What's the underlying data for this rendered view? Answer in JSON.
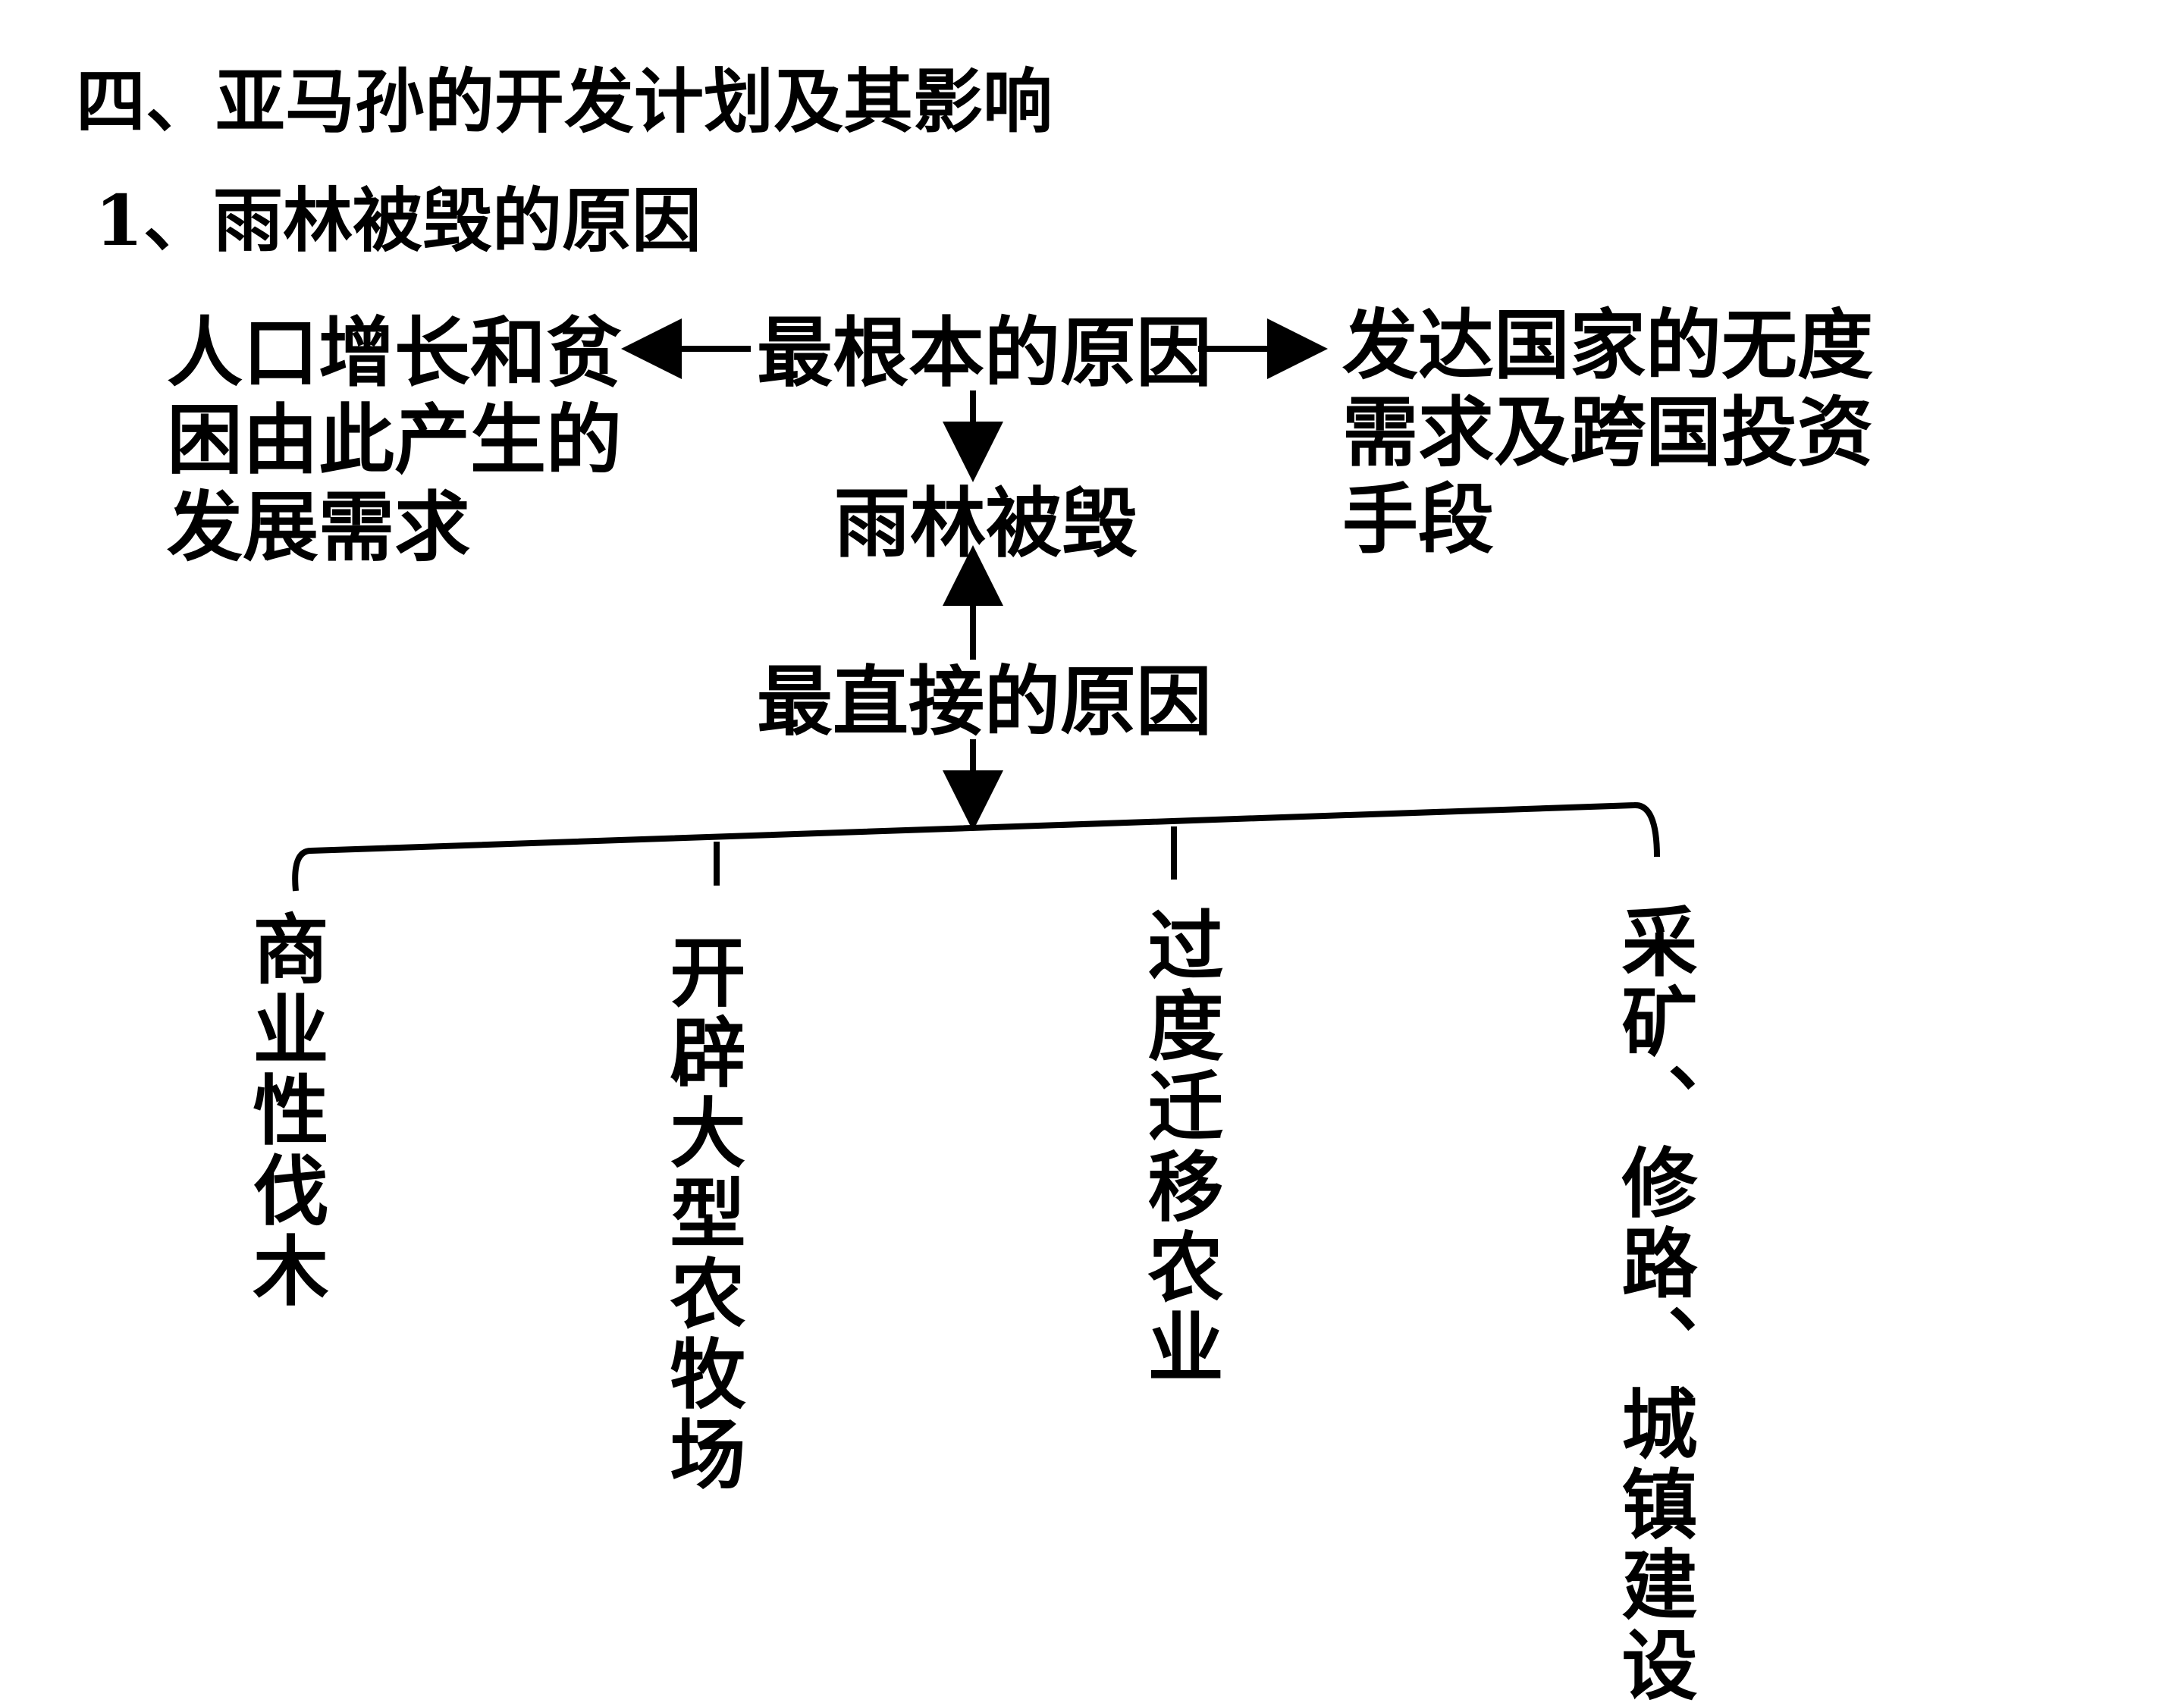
{
  "title": "四、亚马孙的开发计划及其影响",
  "subtitle": "1、雨林被毁的原因",
  "diagram": {
    "center_root": "最根本的原因",
    "center_result": "雨林被毁",
    "center_direct": "最直接的原因",
    "left_cause_lines": [
      "人口增长和贫",
      "困由此产生的",
      "发展需求"
    ],
    "right_cause_lines": [
      "发达国家的无度",
      "需求及跨国投资",
      "手段"
    ],
    "branches": [
      "商业性伐木",
      "开辟大型农牧场",
      "过度迁移农业",
      "采矿、修路、城镇建设"
    ]
  }
}
